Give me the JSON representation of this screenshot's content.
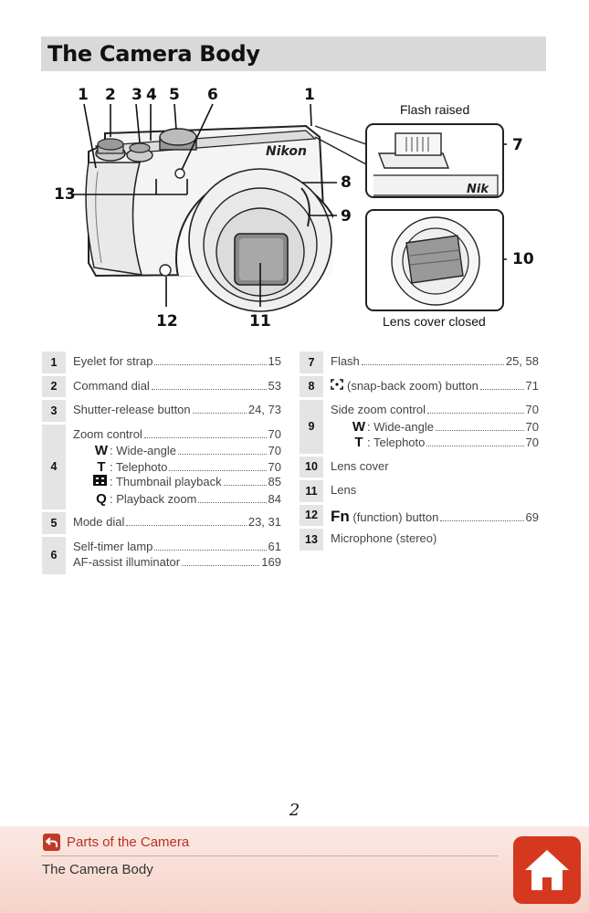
{
  "title": "The Camera Body",
  "illustration": {
    "callouts": [
      "1",
      "2",
      "3",
      "4",
      "5",
      "6",
      "1",
      "13",
      "7",
      "8",
      "9",
      "10",
      "12",
      "11"
    ],
    "flash_caption": "Flash raised",
    "lens_cover_caption": "Lens cover closed",
    "brand_text": "Nikon",
    "inset_brand_text": "Nik"
  },
  "left_table": [
    {
      "num": "1",
      "lines": [
        {
          "text": "Eyelet for strap",
          "page": "15"
        }
      ]
    },
    {
      "num": "2",
      "lines": [
        {
          "text": "Command dial",
          "page": "53"
        }
      ]
    },
    {
      "num": "3",
      "lines": [
        {
          "text": "Shutter-release button",
          "page": "24, 73"
        }
      ]
    },
    {
      "num": "4",
      "lines": [
        {
          "text": "Zoom control",
          "page": "70"
        },
        {
          "symbol": "W",
          "text": ": Wide-angle",
          "page": "70"
        },
        {
          "symbol": "T",
          "text": ": Telephoto",
          "page": "70"
        },
        {
          "symbol": "thumbnail-icon",
          "text": ": Thumbnail playback",
          "page": "85"
        },
        {
          "symbol": "Q",
          "text": ": Playback zoom",
          "page": "84"
        }
      ]
    },
    {
      "num": "5",
      "lines": [
        {
          "text": "Mode dial",
          "page": "23, 31"
        }
      ]
    },
    {
      "num": "6",
      "lines": [
        {
          "text": "Self-timer lamp",
          "page": "61"
        },
        {
          "text": "AF-assist illuminator",
          "page": "169"
        }
      ]
    }
  ],
  "right_table": [
    {
      "num": "7",
      "lines": [
        {
          "text": "Flash",
          "page": "25, 58"
        }
      ]
    },
    {
      "num": "8",
      "lines": [
        {
          "symbol": "snapback-icon",
          "text": "(snap-back zoom) button",
          "page": "71"
        }
      ]
    },
    {
      "num": "9",
      "lines": [
        {
          "text": "Side zoom control",
          "page": "70"
        },
        {
          "symbol": "W",
          "text": ": Wide-angle",
          "page": "70"
        },
        {
          "symbol": "T",
          "text": ": Telephoto",
          "page": "70"
        }
      ]
    },
    {
      "num": "10",
      "lines": [
        {
          "text": "Lens cover"
        }
      ]
    },
    {
      "num": "11",
      "lines": [
        {
          "text": "Lens"
        }
      ]
    },
    {
      "num": "12",
      "lines": [
        {
          "symbol": "Fn",
          "text": "(function) button",
          "page": "69"
        }
      ]
    },
    {
      "num": "13",
      "lines": [
        {
          "text": "Microphone (stereo)"
        }
      ]
    }
  ],
  "page_number": "2",
  "footer": {
    "back_label": "Parts of the Camera",
    "section_label": "The Camera Body"
  },
  "colors": {
    "accent_red": "#d6371f",
    "link_red": "#b83223",
    "title_bar_gray": "#d9d9d9",
    "number_cell_gray": "#e4e4e4"
  }
}
